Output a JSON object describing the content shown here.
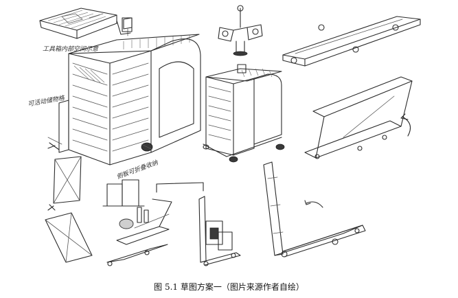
{
  "figure": {
    "caption": "图 5.1  草图方案一（图片来源作者自绘）"
  },
  "annotations": {
    "top_note": "工具箱内部空间示意",
    "side_note": "可活动储物格",
    "bottom_note": "侧板可折叠收纳"
  }
}
